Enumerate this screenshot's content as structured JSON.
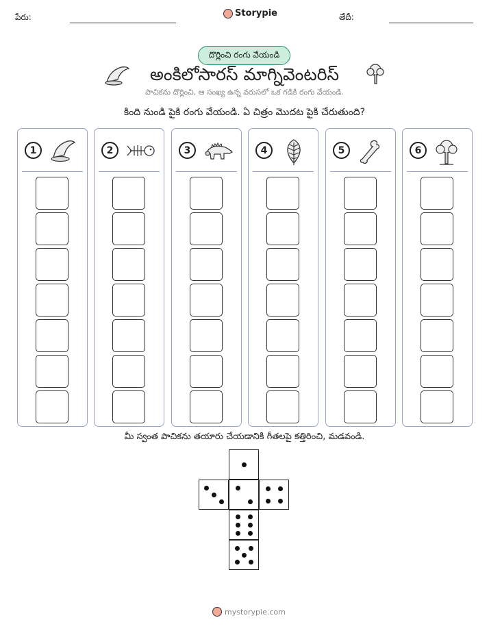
{
  "header": {
    "name_label": "పేరు:",
    "brand": "Storypie",
    "date_label": "తేదీ:"
  },
  "badge": "దొర్లించి రంగు వేయండి",
  "title": "అంకిలోసారస్ మాగ్నివెంటరిస్",
  "subtitle": "పాచికను దొర్లించి, ఆ సంఖ్య ఉన్న వరుసలో ఒక గడికి రంగు వేయండి.",
  "instruction": "కింది నుండి పైకి రంగు వేయండి. ఏ చిత్రం మొదట పైకి చేరుతుంది?",
  "columns": [
    {
      "number": "1",
      "icon": "tooth-icon"
    },
    {
      "number": "2",
      "icon": "fish-skeleton-icon"
    },
    {
      "number": "3",
      "icon": "ankylosaurus-icon"
    },
    {
      "number": "4",
      "icon": "leaf-icon"
    },
    {
      "number": "5",
      "icon": "bone-icon"
    },
    {
      "number": "6",
      "icon": "tree-icon"
    }
  ],
  "cut_note": "మీ స్వంత పాచికను తయారు చేయడానికి గీతలపై కత్తిరించి, మడవండి.",
  "footer": "mystorypie.com",
  "colors": {
    "column_border": "#9aa3c7",
    "badge_fill": "#cdeedd",
    "badge_border": "#2e8b6e"
  }
}
